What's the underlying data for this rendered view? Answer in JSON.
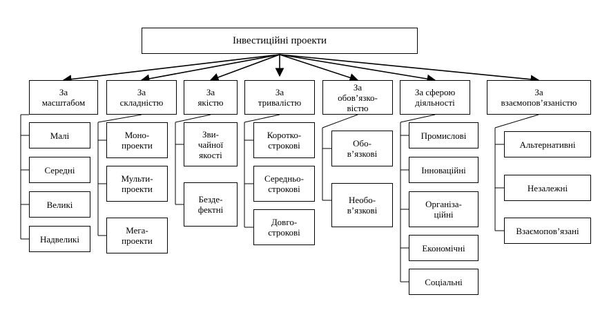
{
  "root": {
    "label": "Інвестиційні проекти"
  },
  "categories": [
    {
      "label": "За\nмасштабом",
      "items": [
        "Малі",
        "Середні",
        "Великі",
        "Надвеликі"
      ]
    },
    {
      "label": "За\nскладністю",
      "items": [
        "Моно-\nпроекти",
        "Мульти-\nпроекти",
        "Мега-\nпроекти"
      ]
    },
    {
      "label": "За\nякістю",
      "items": [
        "Зви-\nчайної\nякості",
        "Безде-\nфектні"
      ]
    },
    {
      "label": "За\nтривалістю",
      "items": [
        "Коротко-\nстрокові",
        "Середньо-\nстрокові",
        "Довго-\nстрокові"
      ]
    },
    {
      "label": "За\nобов’язко-\nвістю",
      "items": [
        "Обо-\nв’язкові",
        "Необо-\nв’язкові"
      ]
    },
    {
      "label": "За сферою\nдіяльності",
      "items": [
        "Промислові",
        "Інноваційні",
        "Організа-\nційні",
        "Економічні",
        "Соціальні"
      ]
    },
    {
      "label": "За\nвзаємопов’язаністю",
      "items": [
        "Альтернативні",
        "Незалежні",
        "Взаємопов’язані"
      ]
    }
  ]
}
